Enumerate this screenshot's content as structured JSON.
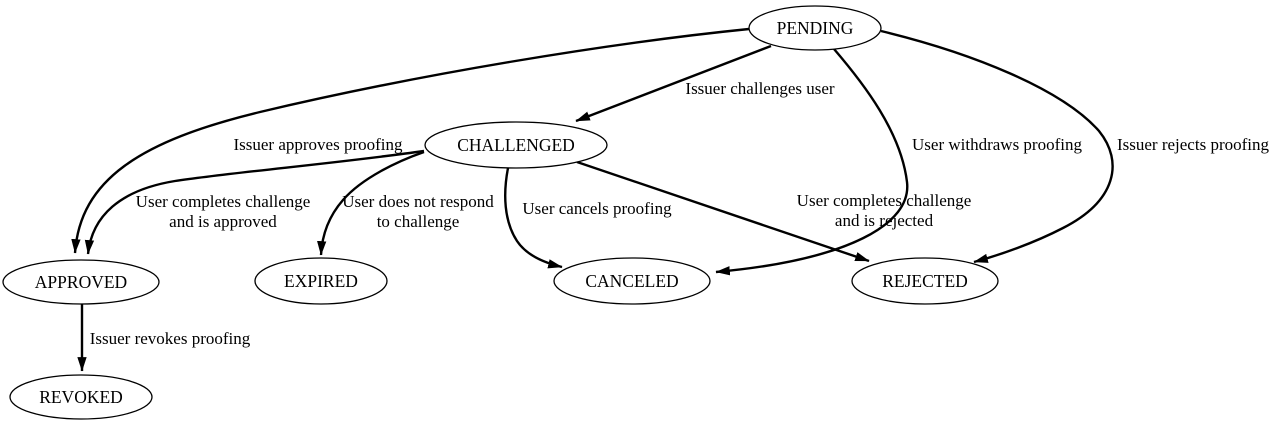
{
  "diagram": {
    "kind": "state-machine-graph",
    "background_color": "#ffffff",
    "stroke_color": "#000000",
    "nodes": {
      "pending": {
        "label": "PENDING"
      },
      "challenged": {
        "label": "CHALLENGED"
      },
      "approved": {
        "label": "APPROVED"
      },
      "expired": {
        "label": "EXPIRED"
      },
      "canceled": {
        "label": "CANCELED"
      },
      "rejected": {
        "label": "REJECTED"
      },
      "revoked": {
        "label": "REVOKED"
      }
    },
    "edges": {
      "pending_challenged": {
        "from": "PENDING",
        "to": "CHALLENGED",
        "label": "Issuer challenges user"
      },
      "pending_approved": {
        "from": "PENDING",
        "to": "APPROVED",
        "label": "Issuer approves proofing"
      },
      "pending_canceled": {
        "from": "PENDING",
        "to": "CANCELED",
        "label": "User withdraws proofing"
      },
      "pending_rejected": {
        "from": "PENDING",
        "to": "REJECTED",
        "label": "Issuer rejects proofing"
      },
      "challenged_approved": {
        "from": "CHALLENGED",
        "to": "APPROVED",
        "lines": [
          "User completes challenge",
          "and is approved"
        ]
      },
      "challenged_expired": {
        "from": "CHALLENGED",
        "to": "EXPIRED",
        "lines": [
          "User does not respond",
          "to challenge"
        ]
      },
      "challenged_canceled": {
        "from": "CHALLENGED",
        "to": "CANCELED",
        "label": "User cancels proofing"
      },
      "challenged_rejected": {
        "from": "CHALLENGED",
        "to": "REJECTED",
        "lines": [
          "User completes challenge",
          "and is rejected"
        ]
      },
      "approved_revoked": {
        "from": "APPROVED",
        "to": "REVOKED",
        "label": "Issuer revokes proofing"
      }
    }
  }
}
